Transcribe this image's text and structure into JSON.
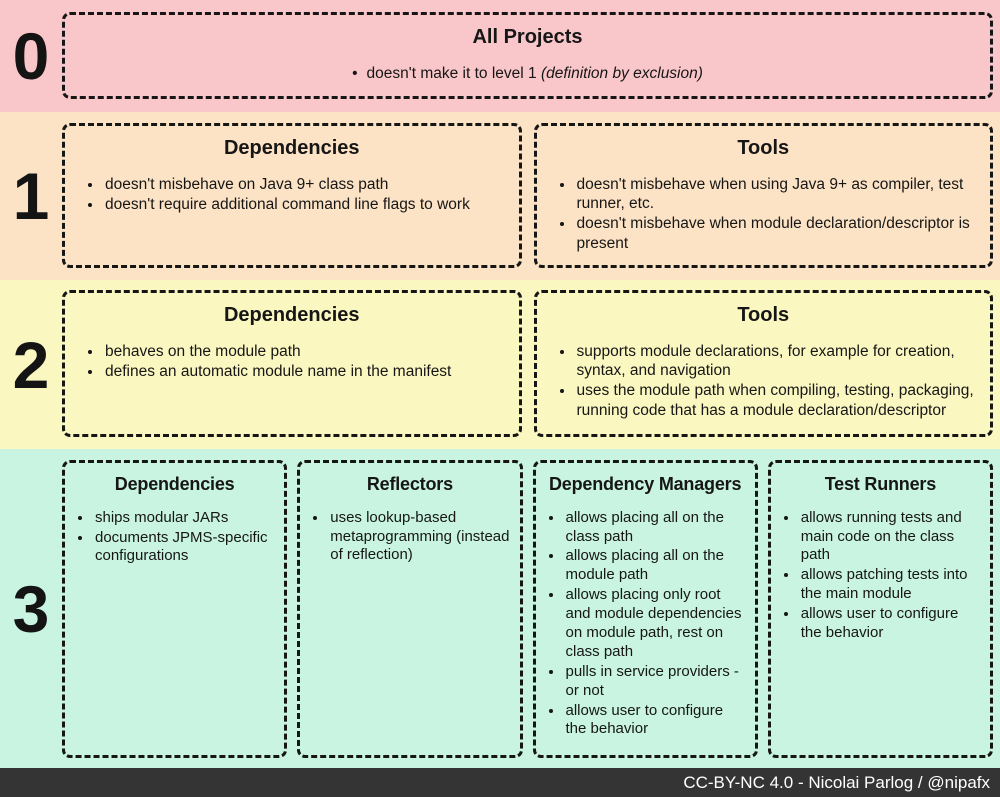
{
  "ui": {
    "bullet_glyph": "•"
  },
  "colors": {
    "level0_bg": "#f9c6c9",
    "level1_bg": "#fce3c5",
    "level2_bg": "#fbf7c0",
    "level3_bg": "#c8f4e1",
    "footer_bg": "#343434",
    "ink": "#161616",
    "footer_text": "#ffffff"
  },
  "levels": [
    {
      "number": "0",
      "boxes": [
        {
          "title": "All Projects",
          "bullets": [
            {
              "text": "doesn't make it to level 1 ",
              "note": "(definition by exclusion)"
            }
          ]
        }
      ]
    },
    {
      "number": "1",
      "boxes": [
        {
          "title": "Dependencies",
          "bullets": [
            "doesn't misbehave on Java 9+ class path",
            "doesn't require additional command line flags to work"
          ]
        },
        {
          "title": "Tools",
          "bullets": [
            "doesn't misbehave when using Java 9+ as compiler, test runner, etc.",
            "doesn't misbehave when module declaration/descriptor is present"
          ]
        }
      ]
    },
    {
      "number": "2",
      "boxes": [
        {
          "title": "Dependencies",
          "bullets": [
            "behaves on the module path",
            "defines an automatic module name in the manifest"
          ]
        },
        {
          "title": "Tools",
          "bullets": [
            "supports module declarations, for example for creation, syntax, and navigation",
            "uses the module path when compiling, testing, packaging, running code that has a module declaration/descriptor"
          ]
        }
      ]
    },
    {
      "number": "3",
      "boxes": [
        {
          "title": "Dependencies",
          "bullets": [
            "ships modular JARs",
            "documents JPMS-specific configurations"
          ]
        },
        {
          "title": "Reflectors",
          "bullets": [
            "uses lookup-based metaprogramming (instead of reflection)"
          ]
        },
        {
          "title": "Dependency Managers",
          "bullets": [
            "allows placing all on the class path",
            "allows placing all on the module path",
            "allows placing only root and module dependencies on module path, rest on class path",
            "pulls in service providers - or not",
            "allows user to configure the behavior"
          ]
        },
        {
          "title": "Test Runners",
          "bullets": [
            "allows running tests and main code on the class path",
            "allows patching tests into the main module",
            "allows user to configure the behavior"
          ]
        }
      ]
    }
  ],
  "footer": {
    "credit": "CC-BY-NC 4.0 - Nicolai Parlog / @nipafx"
  }
}
